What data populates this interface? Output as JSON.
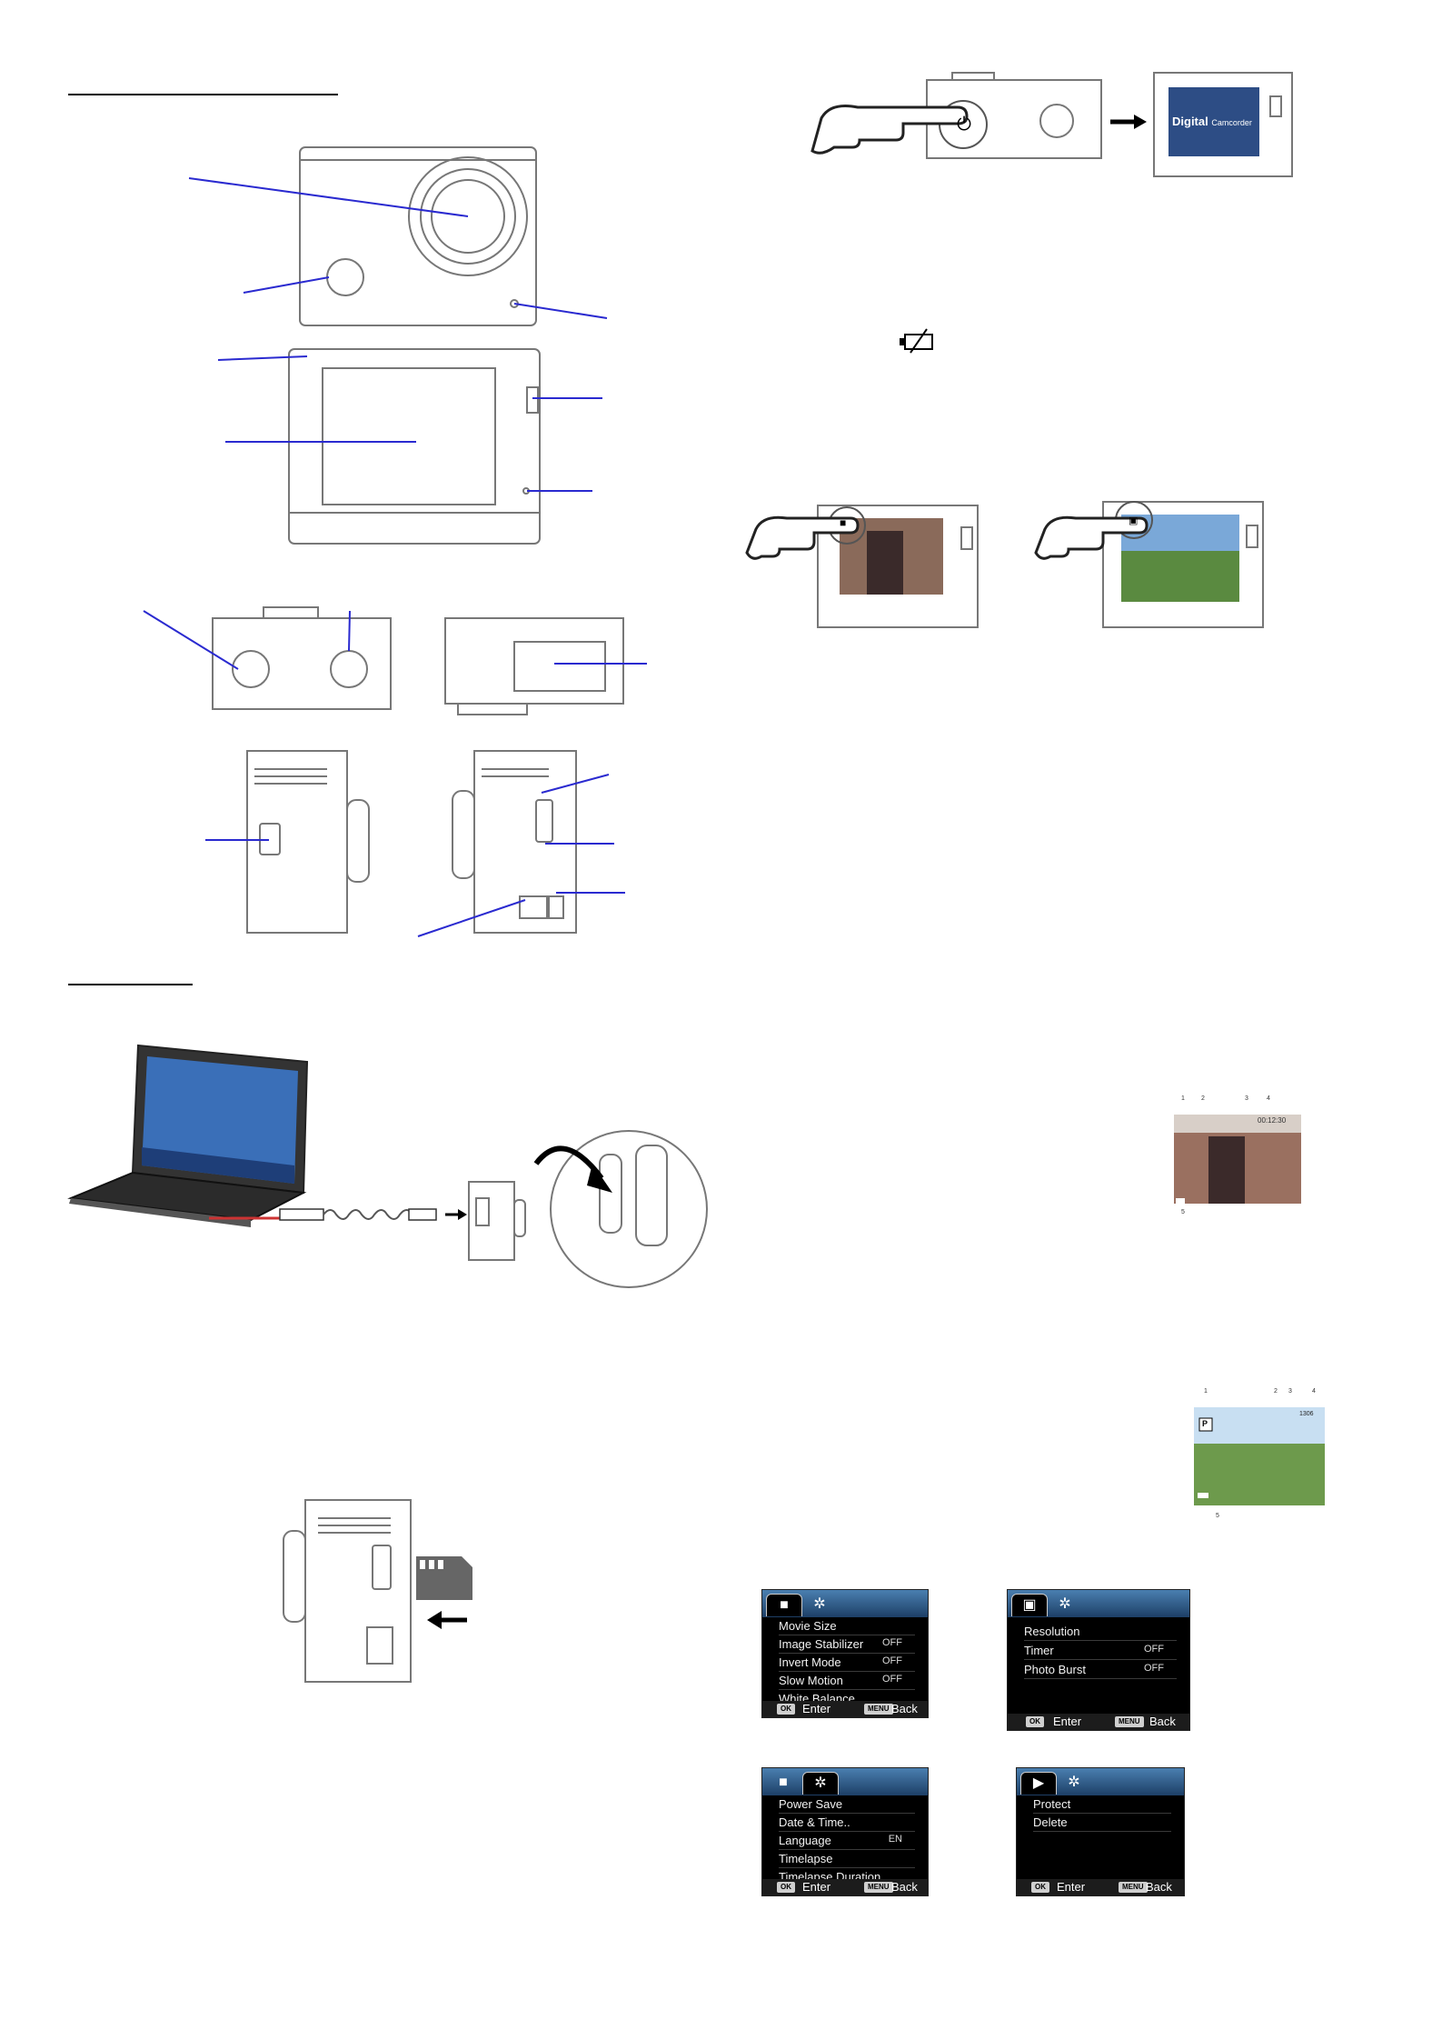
{
  "splash": {
    "brand": "Digital",
    "sub": "Camcorder"
  },
  "video_osd": {
    "time": "00:12:30"
  },
  "photo_osd": {
    "mode": "P",
    "count": "1306"
  },
  "index_labels": {
    "video": [
      "1",
      "2",
      "3",
      "4",
      "5"
    ],
    "photo": [
      "1",
      "2",
      "3",
      "4",
      "5"
    ]
  },
  "menus": {
    "movie": {
      "rows": [
        {
          "label": "Movie Size",
          "value": ""
        },
        {
          "label": "Image Stabilizer",
          "value": "OFF"
        },
        {
          "label": "Invert Mode",
          "value": "OFF"
        },
        {
          "label": "Slow Motion",
          "value": "OFF"
        },
        {
          "label": "White Balance",
          "value": ""
        }
      ],
      "enter": "Enter",
      "back": "Back",
      "ok_key": "OK",
      "menu_key": "MENU"
    },
    "photo": {
      "rows": [
        {
          "label": "Resolution",
          "value": ""
        },
        {
          "label": "Timer",
          "value": "OFF"
        },
        {
          "label": "Photo Burst",
          "value": "OFF"
        }
      ],
      "enter": "Enter",
      "back": "Back",
      "ok_key": "OK",
      "menu_key": "MENU"
    },
    "setup": {
      "rows": [
        {
          "label": "Power Save",
          "value": ""
        },
        {
          "label": "Date & Time..",
          "value": ""
        },
        {
          "label": "Language",
          "value": "EN"
        },
        {
          "label": "Timelapse",
          "value": ""
        },
        {
          "label": "Timelapse Duration",
          "value": ""
        }
      ],
      "enter": "Enter",
      "back": "Back",
      "ok_key": "OK",
      "menu_key": "MENU"
    },
    "playback": {
      "rows": [
        {
          "label": "Protect",
          "value": ""
        },
        {
          "label": "Delete",
          "value": ""
        }
      ],
      "enter": "Enter",
      "back": "Back",
      "ok_key": "OK",
      "menu_key": "MENU"
    }
  },
  "icons": {
    "power": "power-icon",
    "battery_empty": "battery-empty-icon",
    "settings": "gear-icon",
    "video_mode": "video-camera-icon",
    "photo_mode": "camera-icon",
    "playback": "play-icon"
  }
}
